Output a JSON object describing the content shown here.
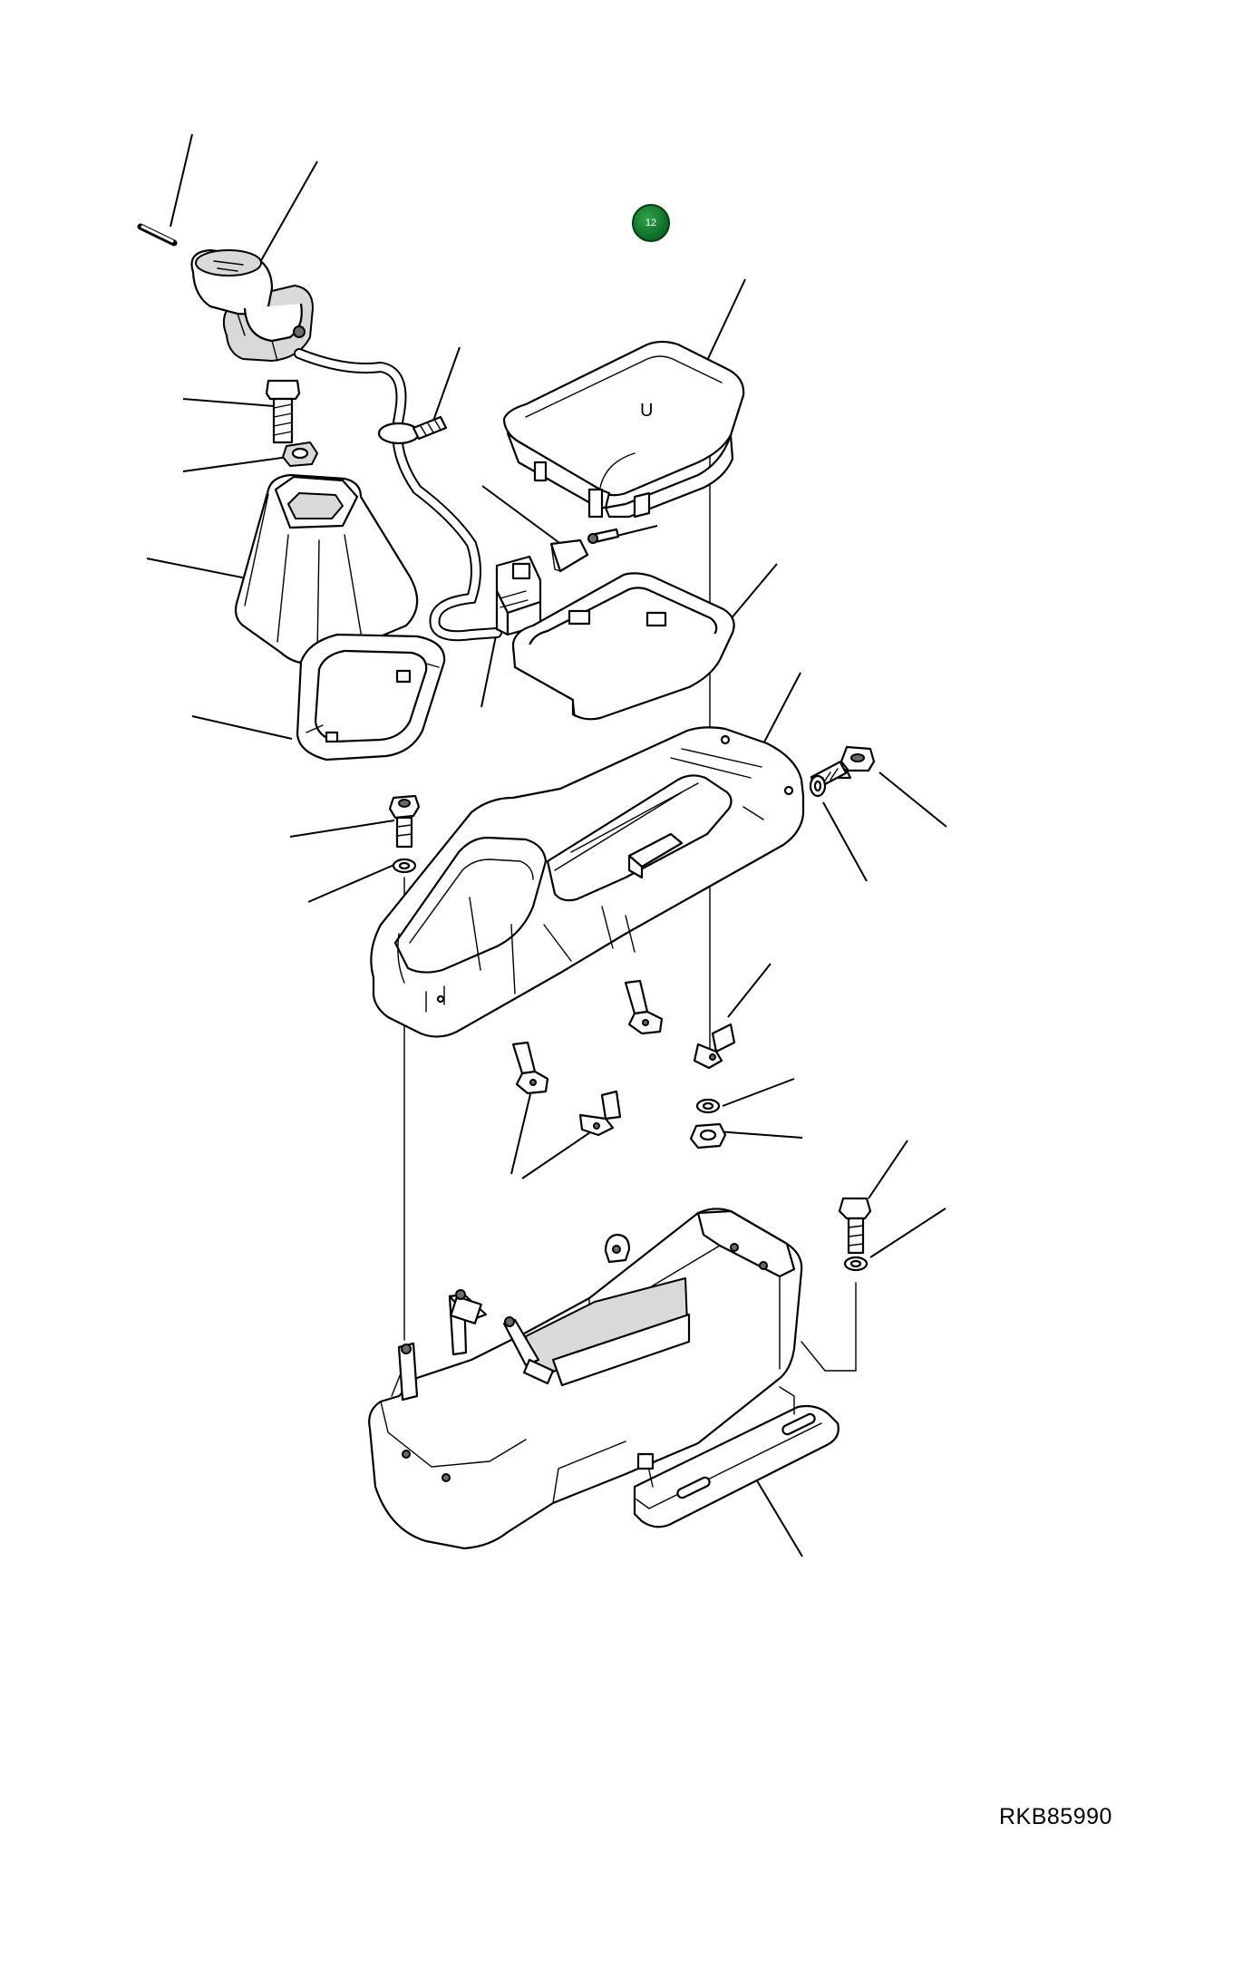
{
  "drawing": {
    "reference_code": "RKB85990",
    "callout_badge": "12",
    "part_mark": "U"
  },
  "colors": {
    "badge": "#188a34",
    "line": "#000000",
    "background": "#ffffff"
  }
}
